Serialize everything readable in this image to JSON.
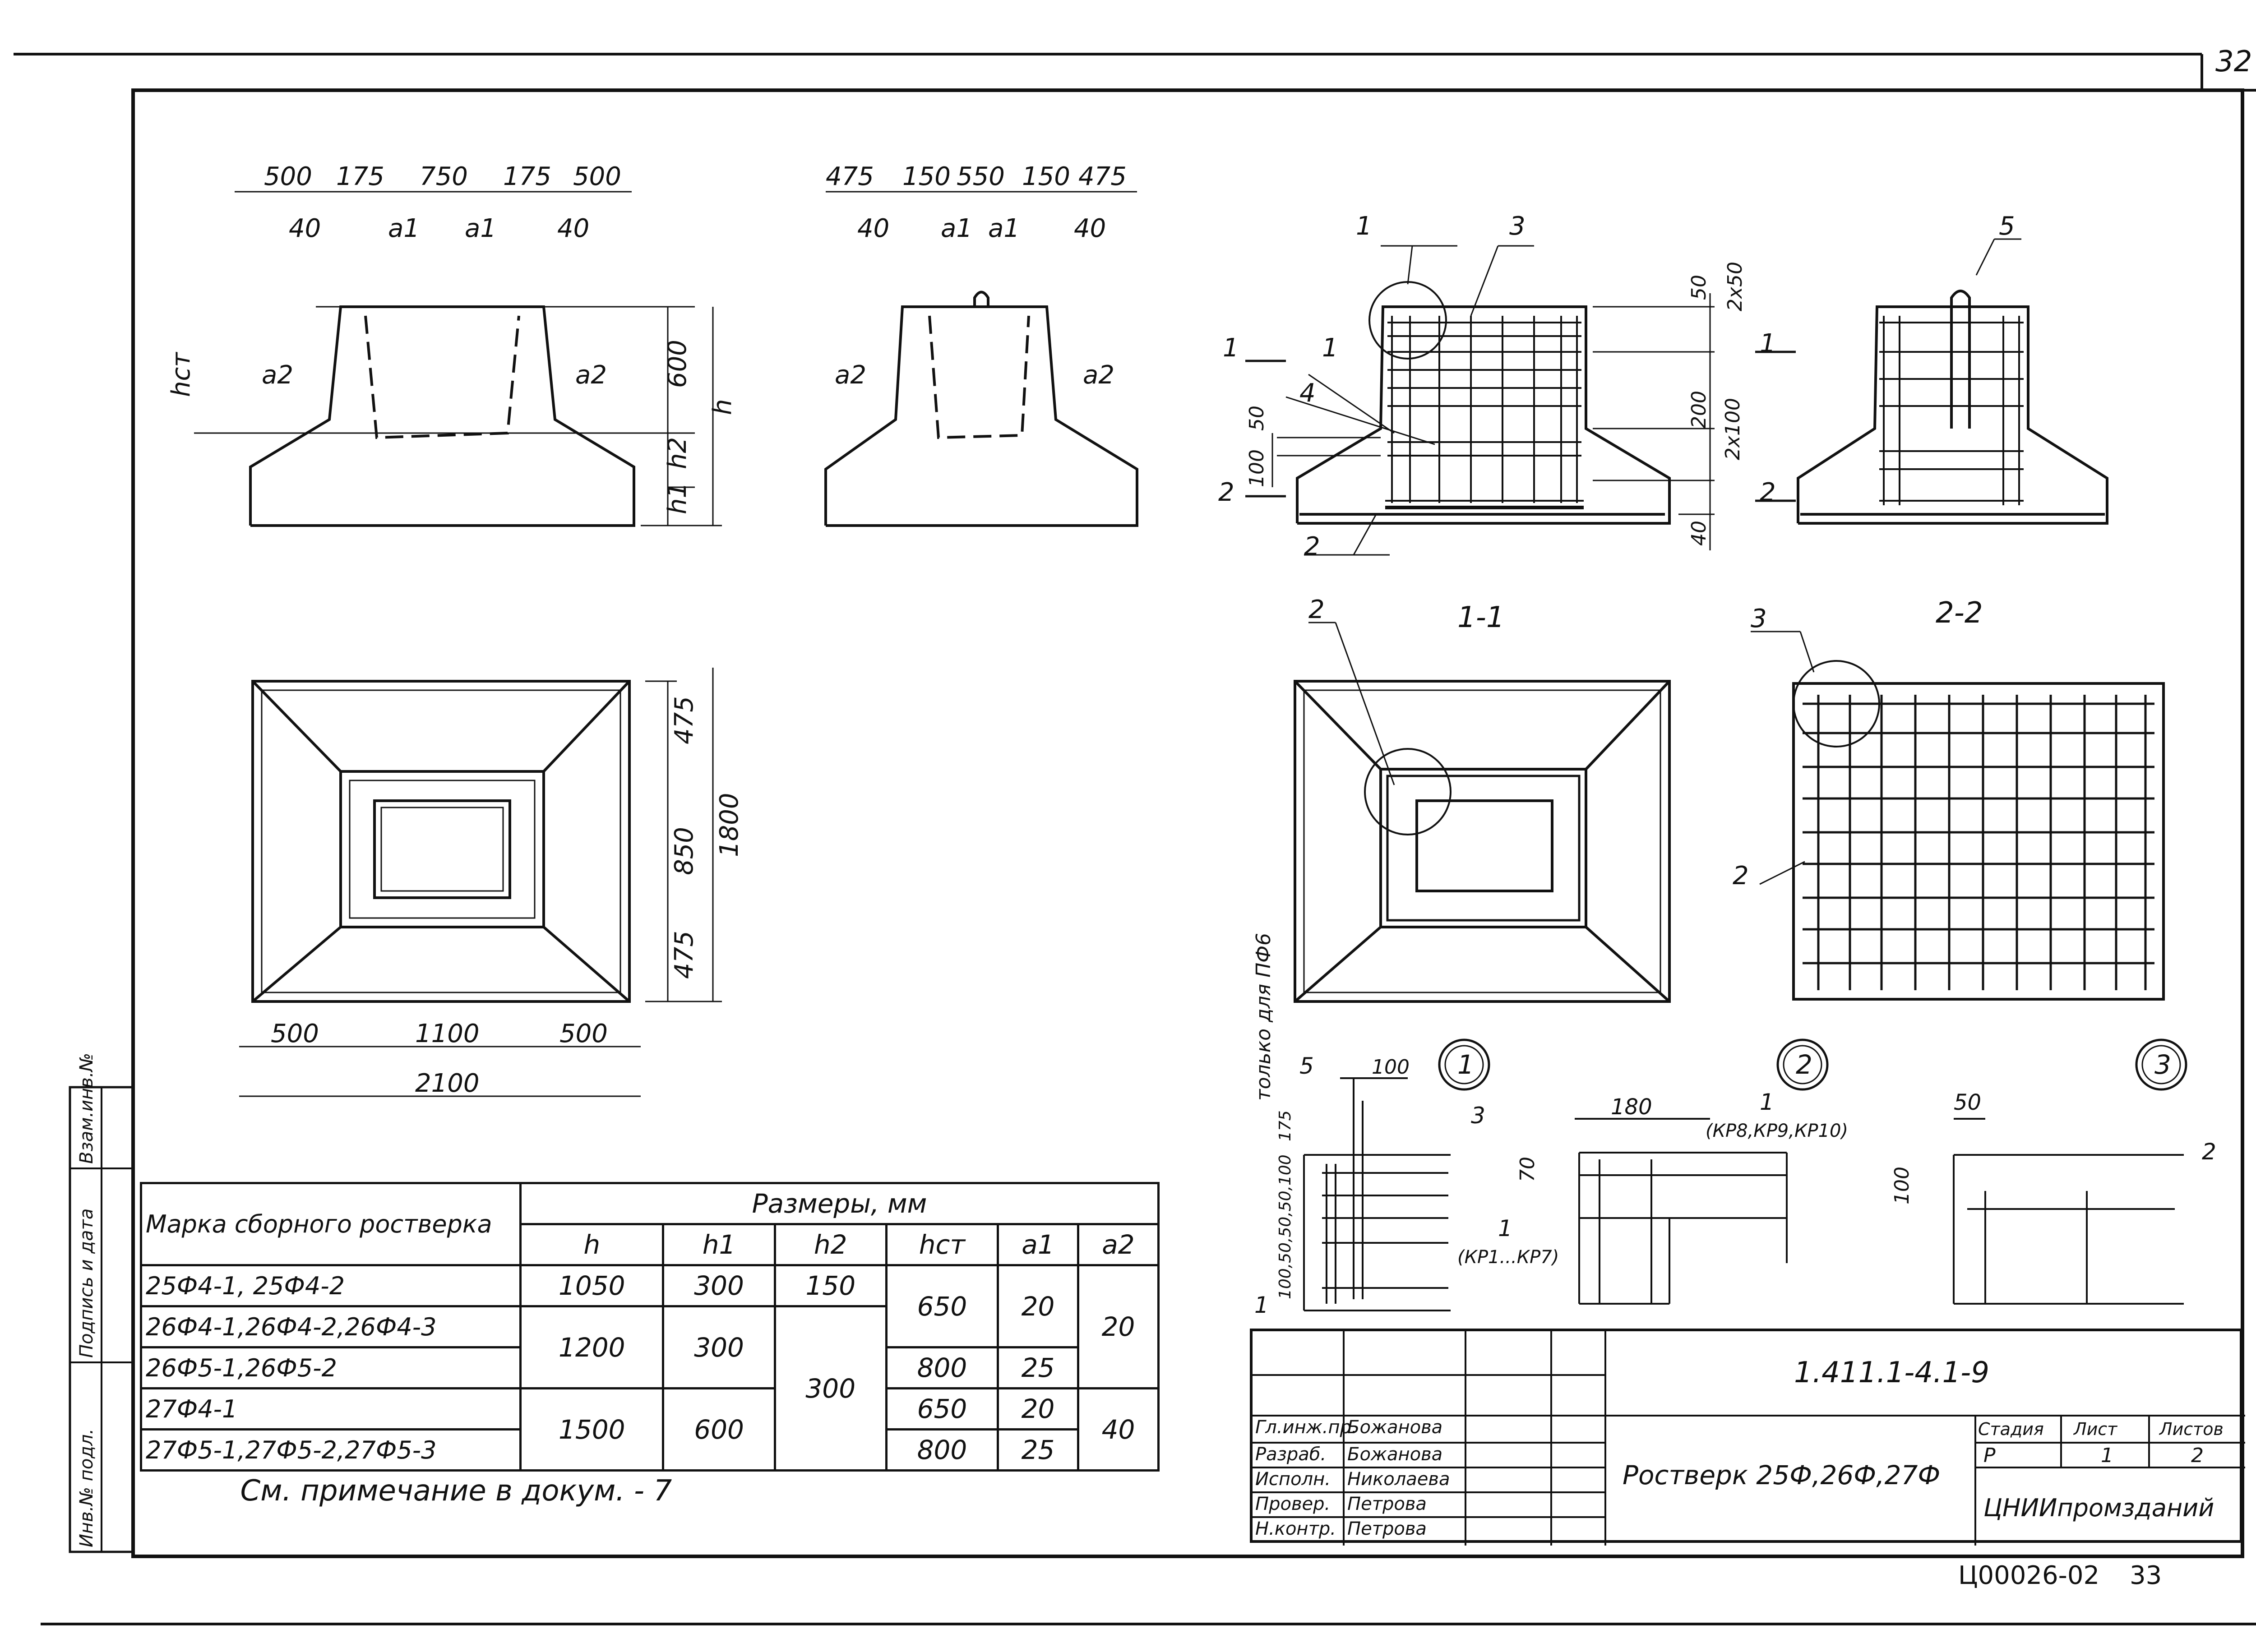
{
  "sheet": {
    "number_top": "32",
    "number_bottom": "33",
    "archive_code": "Ц00026-02"
  },
  "elevation_left": {
    "dims_top": [
      "500",
      "175",
      "750",
      "175",
      "500"
    ],
    "dims_inner": [
      "40",
      "a1",
      "a1",
      "40"
    ],
    "side_labels": [
      "hст",
      "a2",
      "a2",
      "600",
      "h2",
      "h1",
      "h"
    ]
  },
  "elevation_right": {
    "dims_top": [
      "475",
      "150",
      "550",
      "150",
      "475"
    ],
    "dims_inner": [
      "40",
      "a1",
      "a1",
      "40"
    ],
    "side_labels": [
      "a2",
      "a2"
    ]
  },
  "plan": {
    "dims_vertical": [
      "475",
      "850",
      "475",
      "1800"
    ],
    "dims_horizontal": [
      "500",
      "1100",
      "500",
      "2100"
    ]
  },
  "section_main": {
    "leaders": [
      "1",
      "3",
      "1",
      "4",
      "2",
      "5"
    ],
    "cut_marks": [
      "1",
      "1",
      "2",
      "2"
    ],
    "dims_right": [
      "50",
      "2x50",
      "200",
      "2x100",
      "40"
    ],
    "dims_left": [
      "50",
      "100"
    ]
  },
  "section_labels": {
    "s11": "1-1",
    "s22": "2-2",
    "leader_2": "2",
    "leader_3": "3",
    "leader_2b": "2"
  },
  "details": {
    "callouts": [
      "1",
      "2",
      "3"
    ],
    "d1": {
      "note": "только для ПФ6",
      "dims": [
        "100",
        "100,50,50,50,100",
        "175"
      ],
      "labels": [
        "5",
        "3",
        "1",
        "(КР1...КР7)",
        "1"
      ]
    },
    "d2": {
      "dims": [
        "180",
        "70"
      ],
      "labels": [
        "1",
        "(КР8,КР9,КР10)"
      ]
    },
    "d3": {
      "dims": [
        "50",
        "100"
      ],
      "labels": [
        "2"
      ]
    }
  },
  "table": {
    "col_mark": "Марка сборного ростверка",
    "group_header": "Размеры, мм",
    "col_h": "h",
    "col_h1": "h1",
    "col_h2": "h2",
    "col_hst": "hст",
    "col_a1": "a1",
    "col_a2": "a2",
    "rows": [
      {
        "mark": "25Ф4-1, 25Ф4-2",
        "h": "1050",
        "h1": "300",
        "h2": "150",
        "hst": "650",
        "a1": "20",
        "a2": "20"
      },
      {
        "mark": "26Ф4-1,26Ф4-2,26Ф4-3",
        "h": "1200",
        "h1": "300",
        "h2": "300",
        "hst": "650",
        "a1": "20",
        "a2": "20"
      },
      {
        "mark": "26Ф5-1,26Ф5-2",
        "h": "1200",
        "h1": "300",
        "h2": "300",
        "hst": "800",
        "a1": "25",
        "a2": "20"
      },
      {
        "mark": "27Ф4-1",
        "h": "1500",
        "h1": "600",
        "h2": "300",
        "hst": "650",
        "a1": "20",
        "a2": "40"
      },
      {
        "mark": "27Ф5-1,27Ф5-2,27Ф5-3",
        "h": "1500",
        "h1": "600",
        "h2": "300",
        "hst": "800",
        "a1": "25",
        "a2": "40"
      }
    ],
    "note": "См. примечание в докум. - 7"
  },
  "side_stamp": [
    "Инв.№ подл.",
    "Подпись и дата",
    "Взам.инв.№"
  ],
  "title_block": {
    "doc_code": "1.411.1-4.1-9",
    "title": "Ростверк 25Ф,26Ф,27Ф",
    "org": "ЦНИИпромзданий",
    "stage_label": "Стадия",
    "sheet_label": "Лист",
    "sheets_label": "Листов",
    "stage": "Р",
    "sheet": "1",
    "sheets": "2",
    "roles": [
      "Гл.инж.пр.",
      "Разраб.",
      "Исполн.",
      "Провер.",
      "Н.контр."
    ],
    "names": [
      "Божанова",
      "Божанова",
      "Николаева",
      "Петрова",
      "Петрова"
    ]
  }
}
